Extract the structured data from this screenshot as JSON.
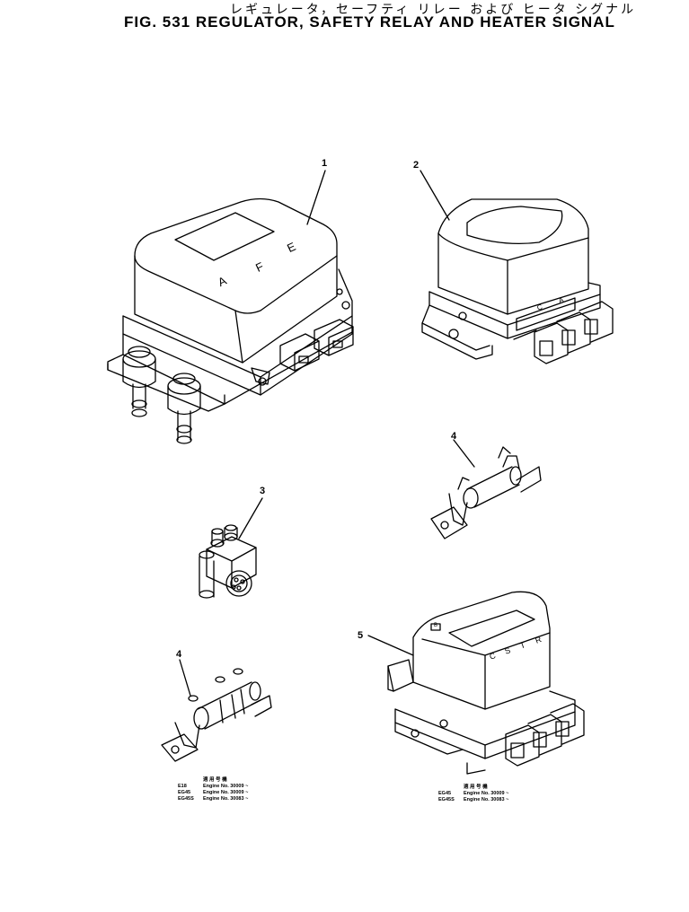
{
  "title": {
    "japanese": "レギュレータ，セーフティ リレー および ヒータ シグナル",
    "english": "FIG. 531  REGULATOR, SAFETY RELAY AND HEATER SIGNAL"
  },
  "callouts": [
    "1",
    "2",
    "3",
    "4",
    "4",
    "5"
  ],
  "part_markings": {
    "regulator": [
      "A",
      "F",
      "E"
    ],
    "relay_2": [
      "C",
      "A"
    ],
    "relay_5": [
      "C",
      "S",
      "T",
      "R",
      "B"
    ]
  },
  "notes_left": {
    "header": "適 用 号 機",
    "rows": [
      {
        "model": "E18",
        "range": "Engine No. 30009 ~"
      },
      {
        "model": "EG45",
        "range": "Engine No. 30009 ~"
      },
      {
        "model": "EG45S",
        "range": "Engine No. 30083 ~"
      }
    ]
  },
  "notes_right": {
    "header": "適 用 号 機",
    "rows": [
      {
        "model": "EG45",
        "range": "Engine No. 30009 ~"
      },
      {
        "model": "EG45S",
        "range": "Engine No. 30083 ~"
      }
    ]
  }
}
